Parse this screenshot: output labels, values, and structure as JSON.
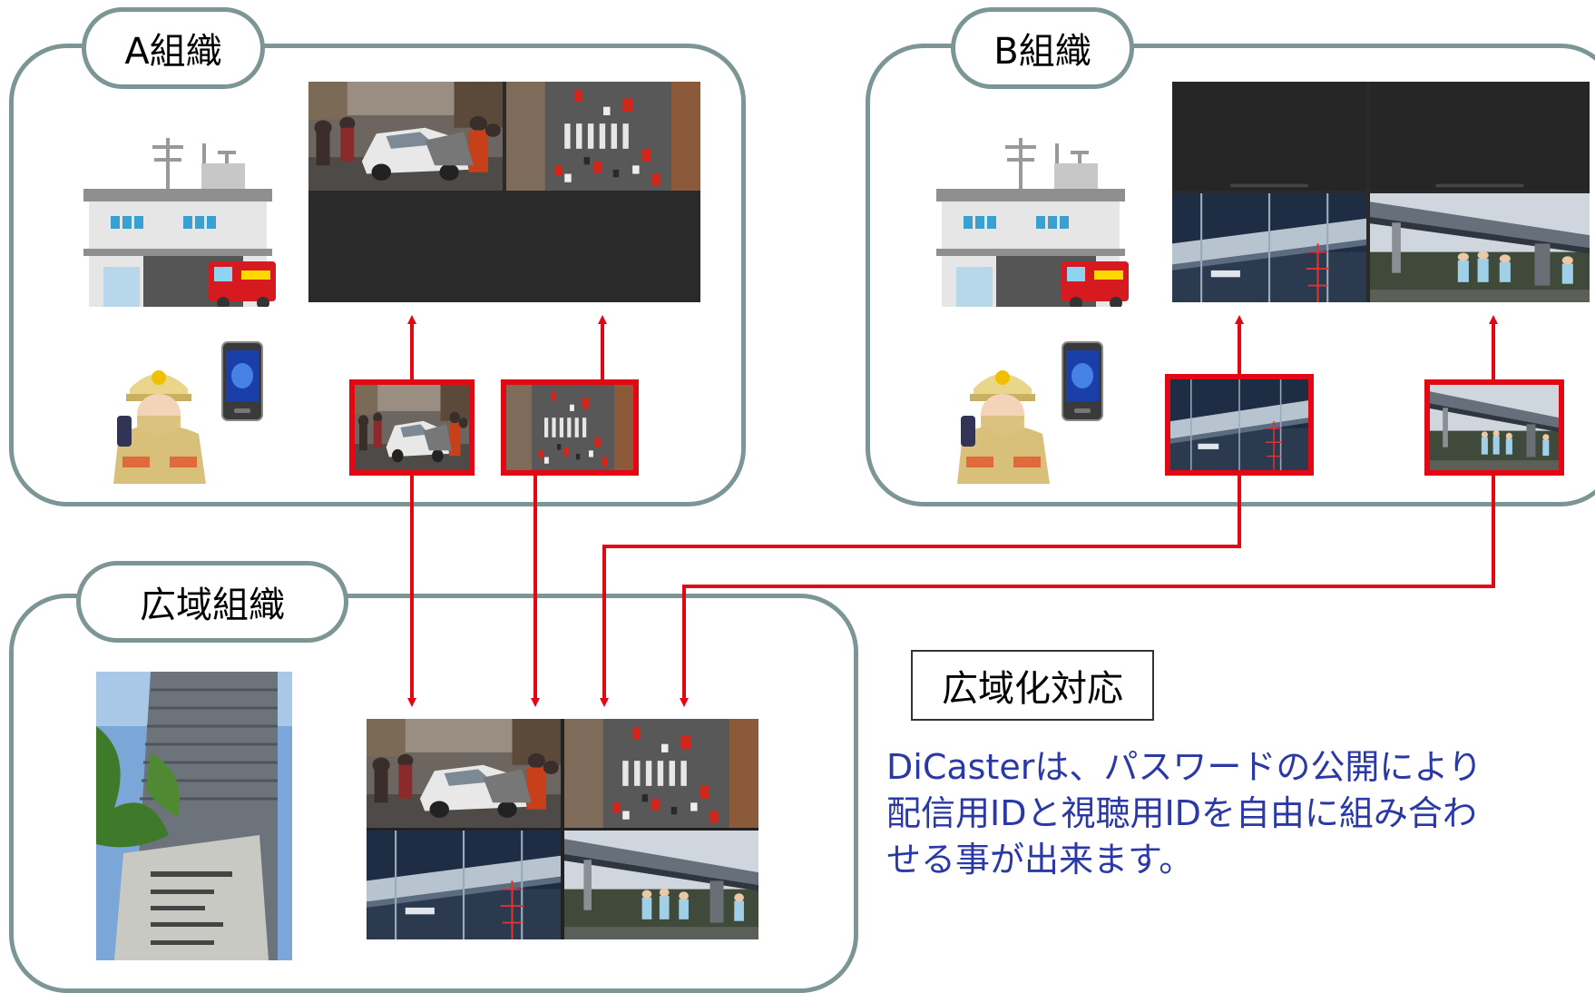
{
  "org_a": {
    "label": "A組織"
  },
  "org_b": {
    "label": "B組織"
  },
  "org_wide": {
    "label": "広域組織"
  },
  "callout": {
    "title": "広域化対応"
  },
  "description": {
    "lines": [
      "DiCasterは、パスワードの公開により",
      "配信用IDと視聴用IDを自由に組み合わ",
      "せる事が出来ます。"
    ]
  },
  "colors": {
    "panel_border": "#7c9695",
    "arrow": "#e30613",
    "description_text": "#2a39a6"
  },
  "icons": [
    "fire-station-icon",
    "fire-truck-icon",
    "firefighter-icon",
    "smartphone-icon",
    "government-building-icon"
  ]
}
